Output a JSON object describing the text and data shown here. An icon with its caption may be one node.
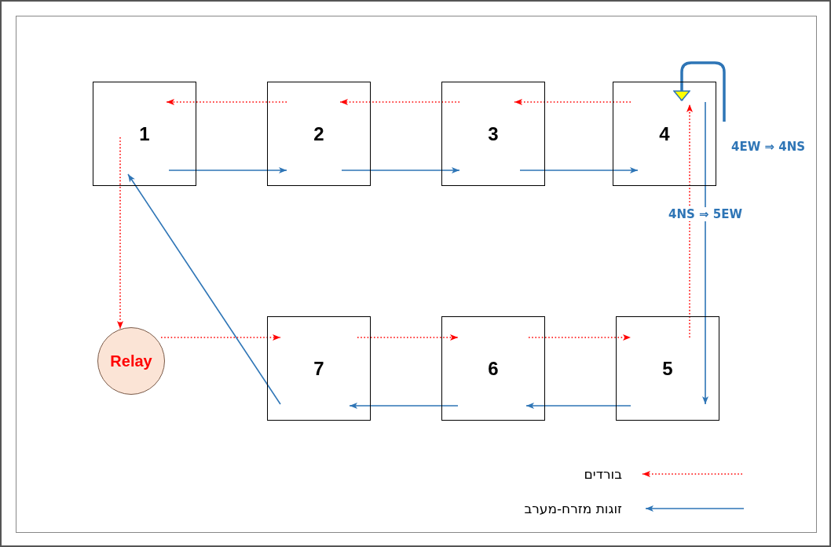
{
  "diagram": {
    "nodes": [
      {
        "text": [
          "1"
        ]
      },
      {
        "text": [
          "2"
        ]
      },
      {
        "text": [
          "3"
        ]
      },
      {
        "text": [
          "4"
        ]
      },
      {
        "text": [
          "5"
        ]
      },
      {
        "text": [
          "6"
        ]
      },
      {
        "text": [
          "7"
        ]
      },
      {
        "text": [
          "Relay"
        ]
      }
    ],
    "edges": [
      {
        "from": 1,
        "to": 0,
        "arrow": "to",
        "style": "dashed",
        "color": "#ff0000"
      },
      {
        "from": 2,
        "to": 1,
        "arrow": "to",
        "style": "dashed",
        "color": "#ff0000"
      },
      {
        "from": 3,
        "to": 2,
        "arrow": "to",
        "style": "dashed",
        "color": "#ff0000"
      },
      {
        "from": 4,
        "to": 3,
        "arrow": "to",
        "style": "dashed",
        "color": "#ff0000"
      },
      {
        "from": 0,
        "to": 7,
        "arrow": "to",
        "style": "dashed",
        "color": "#ff0000"
      },
      {
        "from": 7,
        "to": 6,
        "arrow": "to",
        "style": "dashed",
        "color": "#ff0000"
      },
      {
        "from": 6,
        "to": 5,
        "arrow": "to",
        "style": "dashed",
        "color": "#ff0000"
      },
      {
        "from": 5,
        "to": 4,
        "arrow": "to",
        "style": "dashed",
        "color": "#ff0000"
      },
      {
        "from": 0,
        "to": 1,
        "arrow": "to",
        "color": "#2e75b6"
      },
      {
        "from": 1,
        "to": 2,
        "arrow": "to",
        "color": "#2e75b6"
      },
      {
        "from": 2,
        "to": 3,
        "arrow": "to",
        "color": "#2e75b6"
      },
      {
        "from": 3,
        "to": 3,
        "arrow": "to",
        "style": "thick",
        "color": "#2e75b6",
        "label": "4EW ⇒ 4NS"
      },
      {
        "from": 3,
        "to": 4,
        "arrow": "to",
        "color": "#2e75b6",
        "label": "4NS ⇒ 5EW"
      },
      {
        "from": 4,
        "to": 5,
        "arrow": "to",
        "color": "#2e75b6"
      },
      {
        "from": 5,
        "to": 6,
        "arrow": "to",
        "color": "#2e75b6"
      },
      {
        "from": 6,
        "to": 0,
        "arrow": "to",
        "color": "#2e75b6"
      }
    ],
    "legend": [
      {
        "text": "בורדים"
      },
      {
        "text": "זוגות מזרח-מערב"
      }
    ]
  }
}
